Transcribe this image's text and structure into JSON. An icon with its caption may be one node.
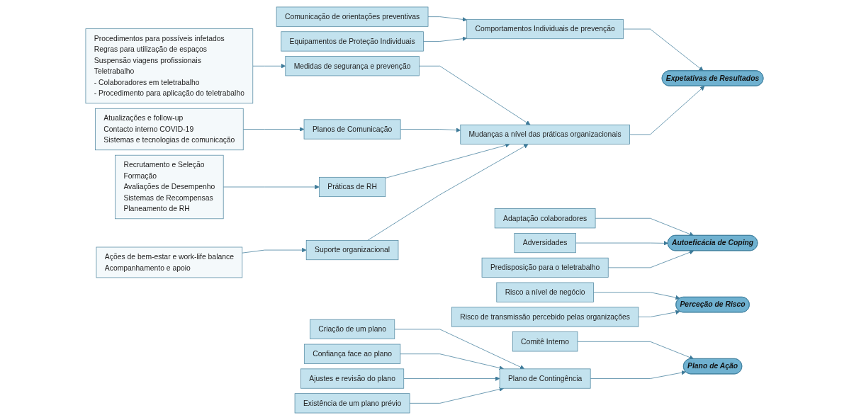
{
  "diagram": {
    "nodes": [
      {
        "text": [
          "Comunicação de orientações preventivas"
        ]
      },
      {
        "text": [
          "Equipamentos de Proteção Individuais"
        ]
      },
      {
        "text": [
          "Comportamentos Individuais de prevenção"
        ]
      },
      {
        "text": [
          "Expetativas de Resultados"
        ]
      },
      {
        "text": [
          "Procedimentos para possíveis infetados",
          "Regras para utilização de espaços",
          "Suspensão viagens profissionais",
          "Teletrabalho",
          "- Colaboradores em teletrabalho",
          "- Procedimento para aplicação do teletrabalho"
        ]
      },
      {
        "text": [
          "Medidas de segurança e prevenção"
        ]
      },
      {
        "text": [
          "Mudanças a nível das práticas organizacionais"
        ]
      },
      {
        "text": [
          "Atualizações e follow-up",
          "Contacto interno COVID-19",
          "Sistemas e tecnologias de comunicação"
        ]
      },
      {
        "text": [
          "Planos de Comunicação"
        ]
      },
      {
        "text": [
          "Adaptação colaboradores"
        ]
      },
      {
        "text": [
          "Adversidades"
        ]
      },
      {
        "text": [
          "Predisposição para o teletrabalho"
        ]
      },
      {
        "text": [
          "Autoeficácia de Coping"
        ]
      },
      {
        "text": [
          "Recrutamento e Seleção",
          "Formação",
          "Avaliações de Desempenho",
          "Sistemas de Recompensas",
          "Planeamento de RH"
        ]
      },
      {
        "text": [
          "Práticas de RH"
        ]
      },
      {
        "text": [
          "Risco a nível de negócio"
        ]
      },
      {
        "text": [
          "Risco de transmissão percebido pelas organizações"
        ]
      },
      {
        "text": [
          "Perceção de Risco"
        ]
      },
      {
        "text": [
          "Ações de bem-estar e work-life balance",
          "Acompanhamento e apoio"
        ]
      },
      {
        "text": [
          "Suporte organizacional"
        ]
      },
      {
        "text": [
          "Criação de um plano"
        ]
      },
      {
        "text": [
          "Confiança face ao plano"
        ]
      },
      {
        "text": [
          "Ajustes e revisão do plano"
        ]
      },
      {
        "text": [
          "Existência de um plano prévio"
        ]
      },
      {
        "text": [
          "Comitê Interno"
        ]
      },
      {
        "text": [
          "Plano de Contingência"
        ]
      },
      {
        "text": [
          "Plano de Ação"
        ]
      }
    ],
    "edges": [
      {
        "from": 0,
        "to": 2,
        "arrow": "to"
      },
      {
        "from": 1,
        "to": 2,
        "arrow": "to"
      },
      {
        "from": 2,
        "to": 3,
        "arrow": "to"
      },
      {
        "from": 6,
        "to": 3,
        "arrow": "to"
      },
      {
        "from": 4,
        "to": 5,
        "arrow": "to"
      },
      {
        "from": 5,
        "to": 6,
        "arrow": "to"
      },
      {
        "from": 7,
        "to": 8,
        "arrow": "to"
      },
      {
        "from": 8,
        "to": 6,
        "arrow": "to"
      },
      {
        "from": 13,
        "to": 14,
        "arrow": "to"
      },
      {
        "from": 14,
        "to": 6,
        "arrow": "to"
      },
      {
        "from": 18,
        "to": 19,
        "arrow": "to"
      },
      {
        "from": 19,
        "to": 6,
        "arrow": "to"
      },
      {
        "from": 9,
        "to": 12,
        "arrow": "to"
      },
      {
        "from": 10,
        "to": 12,
        "arrow": "to"
      },
      {
        "from": 11,
        "to": 12,
        "arrow": "to"
      },
      {
        "from": 15,
        "to": 17,
        "arrow": "to"
      },
      {
        "from": 16,
        "to": 17,
        "arrow": "to"
      },
      {
        "from": 20,
        "to": 25,
        "arrow": "to"
      },
      {
        "from": 21,
        "to": 25,
        "arrow": "to"
      },
      {
        "from": 22,
        "to": 25,
        "arrow": "to"
      },
      {
        "from": 23,
        "to": 25,
        "arrow": "to"
      },
      {
        "from": 24,
        "to": 26,
        "arrow": "to"
      },
      {
        "from": 25,
        "to": 26,
        "arrow": "to"
      }
    ]
  }
}
